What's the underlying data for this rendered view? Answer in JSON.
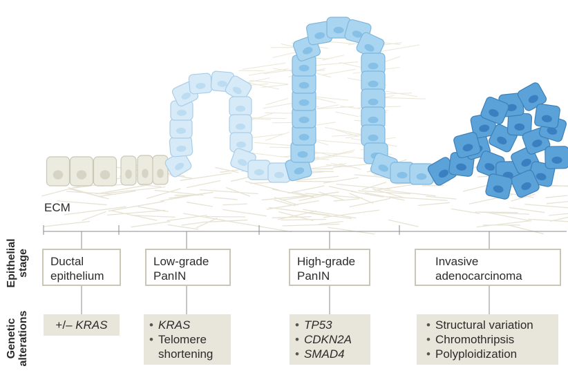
{
  "ecm_label": "ECM",
  "row_labels": {
    "epithelial": [
      "Epithelial",
      "stage"
    ],
    "genetic": [
      "Genetic",
      "alterations"
    ]
  },
  "stages": [
    {
      "lines": [
        "Ductal",
        "epithelium"
      ]
    },
    {
      "lines": [
        "Low-grade",
        "PanIN"
      ]
    },
    {
      "lines": [
        "High-grade",
        "PanIN"
      ]
    },
    {
      "lines": [
        "Invasive",
        "adenocarcinoma"
      ]
    }
  ],
  "genetics": [
    {
      "prefix": "+/– ",
      "gene": "KRAS"
    },
    {
      "items": [
        {
          "text": "KRAS",
          "italic": true
        },
        {
          "text": "Telomere",
          "italic": false
        },
        {
          "text": "shortening",
          "italic": false,
          "continuation": true
        }
      ]
    },
    {
      "items": [
        {
          "text": "TP53",
          "italic": true
        },
        {
          "text": "CDKN2A",
          "italic": true
        },
        {
          "text": "SMAD4",
          "italic": true
        }
      ]
    },
    {
      "items": [
        {
          "text": "Structural variation",
          "italic": false
        },
        {
          "text": "Chromothripsis",
          "italic": false
        },
        {
          "text": "Polyploidization",
          "italic": false
        }
      ]
    }
  ],
  "colors": {
    "normal_cell": "#ecebdf",
    "normal_nucleus": "#d6d4c4",
    "light_cell": "#d6eaf8",
    "panin_cell": "#a9d5f0",
    "panin_nucleus": "#86c0e6",
    "cancer_cell": "#5aa2d8",
    "cancer_nucleus": "#3a7fc0",
    "box_border": "#c9c6b6",
    "gen_fill": "#e8e5da"
  }
}
